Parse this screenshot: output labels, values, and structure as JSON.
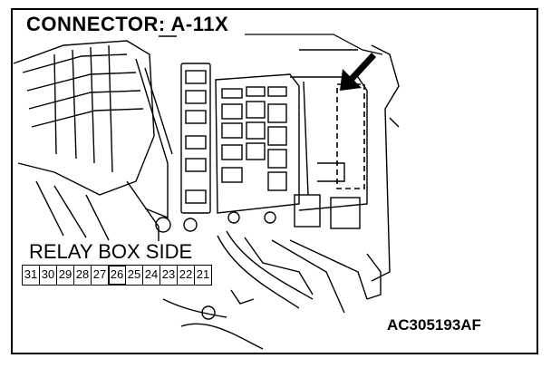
{
  "header": {
    "title": "CONNECTOR: A-11X"
  },
  "relay_box": {
    "label": "RELAY BOX SIDE",
    "pins": [
      "31",
      "30",
      "29",
      "28",
      "27",
      "26",
      "25",
      "24",
      "23",
      "22",
      "21"
    ],
    "highlighted_pin": "26"
  },
  "footer": {
    "code": "AC305193AF"
  },
  "icons": {
    "locator": "arrow-icon"
  }
}
